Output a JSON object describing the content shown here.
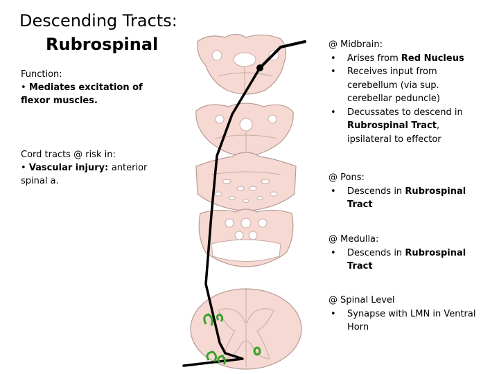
{
  "title": {
    "line1": "Descending Tracts:",
    "line2": "Rubrospinal"
  },
  "function": {
    "heading": "Function:",
    "bullet_prefix": "• ",
    "bullet_bold": "Mediates excitation of flexor muscles."
  },
  "cord": {
    "heading": "Cord tracts @ risk in:",
    "bullet_prefix": "•  ",
    "bullet_bold": "Vascular injury: ",
    "bullet_text": "anterior spinal a."
  },
  "midbrain": {
    "heading": "@ Midbrain:",
    "items": [
      {
        "prefix": "Arises from ",
        "bold": "Red Nucleus",
        "suffix": ""
      },
      {
        "prefix": "Receives input from cerebellum (via sup. cerebellar peduncle)",
        "bold": "",
        "suffix": ""
      },
      {
        "prefix": "Decussates to descend in ",
        "bold": "Rubrospinal Tract",
        "suffix": ", ipsilateral to effector"
      }
    ]
  },
  "pons": {
    "heading": "@ Pons:",
    "items": [
      {
        "prefix": "Descends in ",
        "bold": "Rubrospinal Tract",
        "suffix": ""
      }
    ]
  },
  "medulla": {
    "heading": "@ Medulla:",
    "items": [
      {
        "prefix": "Descends in ",
        "bold": "Rubrospinal Tract",
        "suffix": ""
      }
    ]
  },
  "spinal": {
    "heading": "@ Spinal Level",
    "items": [
      {
        "prefix": "Synapse with LMN in Ventral Horn",
        "bold": "",
        "suffix": ""
      }
    ]
  },
  "bullet": "•",
  "colors": {
    "tissue": "#f6d9d2",
    "tissue_edge": "#b89a94",
    "pathway": "#000000",
    "motor_neuron": "#3aa12a"
  }
}
